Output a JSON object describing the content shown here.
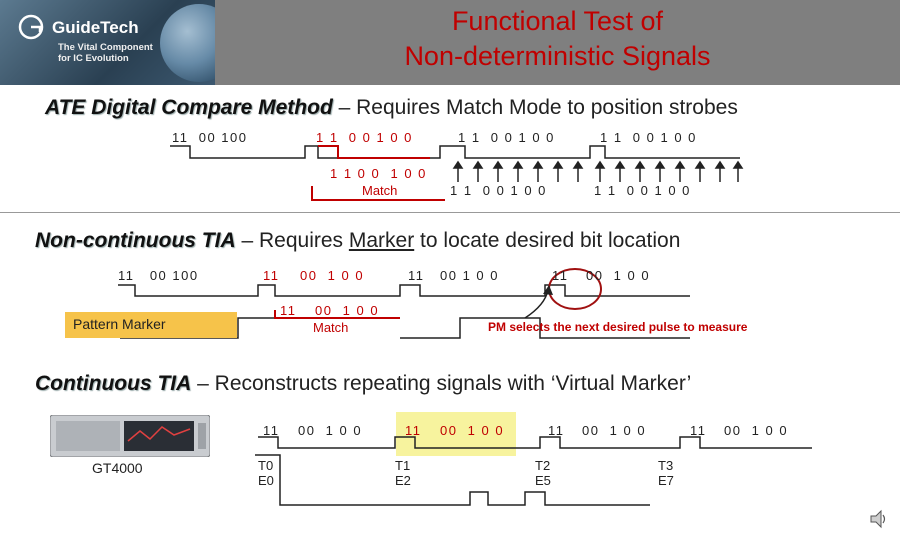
{
  "header": {
    "brand": "GuideTech",
    "tagline": "The Vital Component\nfor IC Evolution",
    "title": "Functional Test of\nNon-deterministic Signals",
    "logo_icon": "guidetech-logo-icon"
  },
  "colors": {
    "title": "#c00000",
    "header_bg": "#7f7f7f",
    "trace_red": "#c00000",
    "highlight": "#f7f39e",
    "marker_box": "#f6c34a"
  },
  "sections": {
    "ate": {
      "heading_bold": "ATE Digital Compare Method",
      "heading_rest": " – Requires Match Mode to position strobes",
      "top_bits": [
        "11  00 100",
        "1 1  0 0 1 0 0",
        "1 1  0 0 1 0 0",
        "1 1  0 0 1 0 0"
      ],
      "match_bits": "1 1 0 0  1 0 0",
      "match_label": "Match",
      "strobe_bits": [
        "1 1  0 0 1 0 0",
        "1 1  0 0 1 0 0"
      ]
    },
    "tia_noncontinuous": {
      "heading_bold": "Non-continuous TIA",
      "heading_rest": " – Requires ",
      "heading_underlined": "Marker",
      "heading_tail": " to locate desired bit location",
      "top_bits": [
        "11   00 100",
        "11",
        "00  1 0 0",
        "11",
        "00 1 0 0",
        "11",
        "00  1 0 0"
      ],
      "match_bits_a": "11",
      "match_bits_b": "00  1 0 0",
      "match_label": "Match",
      "pattern_marker": "Pattern Marker",
      "pm_note": "PM selects the next desired pulse to measure"
    },
    "tia_continuous": {
      "heading_bold": "Continuous TIA",
      "heading_rest": " – Reconstructs repeating signals with ‘Virtual Marker’",
      "top_bits": [
        "11",
        "00  1 0 0",
        "11",
        "00  1 0 0",
        "11",
        "00  1 0 0",
        "11",
        "00  1 0 0"
      ],
      "device_label": "GT4000",
      "markers": [
        {
          "t": "T0",
          "e": "E0"
        },
        {
          "t": "T1",
          "e": "E2"
        },
        {
          "t": "T2",
          "e": "E5"
        },
        {
          "t": "T3",
          "e": "E7"
        }
      ]
    }
  },
  "speaker_icon": "speaker-icon"
}
